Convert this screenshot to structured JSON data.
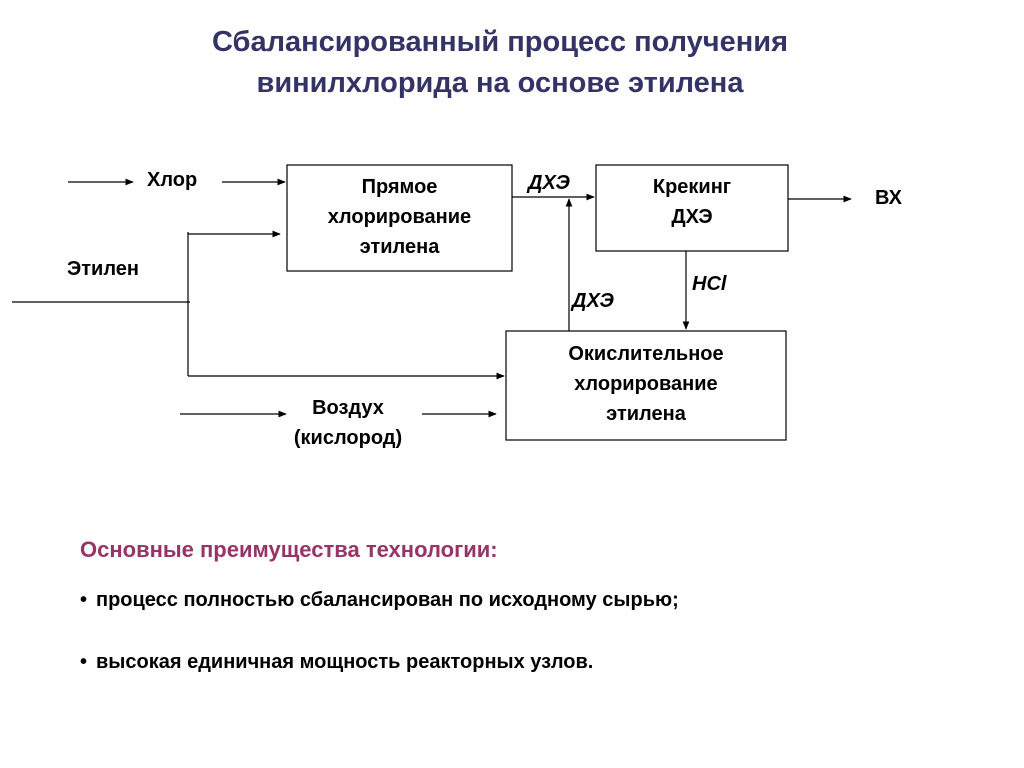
{
  "title": {
    "line1": "Сбалансированный процесс получения",
    "line2": "винилхлорида на основе этилена"
  },
  "diagram": {
    "box_direct": [
      "Прямое",
      "хлорирование",
      "этилена"
    ],
    "box_cracking": [
      "Крекинг",
      "ДХЭ"
    ],
    "box_oxy": [
      "Окислительное",
      "хлорирование",
      "этилена"
    ],
    "label_chlorine": "Хлор",
    "label_ethylene": "Этилен",
    "label_air": [
      "Воздух",
      "(кислород)"
    ],
    "label_dce_top": "ДХЭ",
    "label_dce_mid": "ДХЭ",
    "label_hcl": "HCl",
    "label_vc": "ВХ"
  },
  "advantages": {
    "heading": "Основные преимущества технологии:",
    "bullet_symbol": "•",
    "items": [
      "процесс полностью сбалансирован по исходному сырью;",
      "высокая единичная мощность реакторных узлов."
    ]
  }
}
